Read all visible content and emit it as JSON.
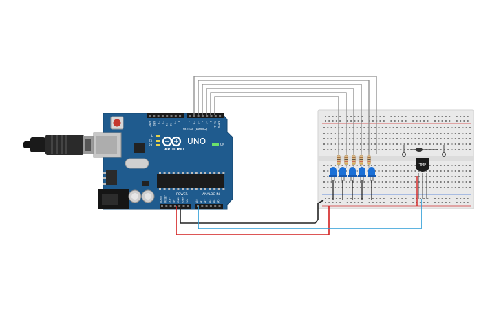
{
  "arduino": {
    "board_name": "UNO",
    "brand": "ARDUINO",
    "digital_header_label": "DIGITAL (PWM~)",
    "power_label": "POWER",
    "analog_label": "ANALOG IN",
    "top_pin_labels": [
      "AREF",
      "GND",
      "13",
      "12",
      "~11",
      "~10",
      "~9",
      "8",
      "7",
      "~6",
      "~5",
      "4",
      "~3",
      "2",
      "TX→1",
      "RX←0"
    ],
    "power_pin_labels": [
      "IOREF",
      "RESET",
      "3.3V",
      "5V",
      "GND",
      "GND",
      "Vin"
    ],
    "analog_pin_labels": [
      "A0",
      "A1",
      "A2",
      "A3",
      "A4",
      "A5"
    ],
    "led_labels": [
      "L",
      "TX",
      "RX"
    ],
    "on_label": "ON"
  },
  "sensor": {
    "label": "TMP"
  },
  "colors": {
    "board_blue": "#1f5b8e",
    "breadboard": "#e9e9e9",
    "wire_gray": "#8c8c8c",
    "wire_red": "#d21f1f",
    "wire_black": "#222222",
    "wire_cyan": "#2a9bd6",
    "led_blue": "#1a6fd6"
  },
  "circuit": {
    "led_count": 5,
    "resistor_count": 5
  }
}
